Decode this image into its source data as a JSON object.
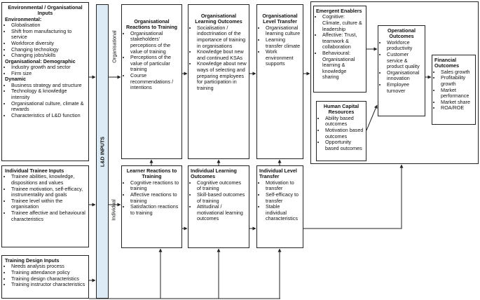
{
  "inputs": {
    "env": {
      "title": "Environmental / Organisational Inputs",
      "sections": [
        {
          "heading": "Environmental:",
          "items": [
            "Globalisation",
            "Shift from manufacturing to service",
            "Workforce diversity",
            "Changing technology",
            "Changing jobs/skills"
          ]
        },
        {
          "heading": "Organisational: Demographic",
          "items": [
            "Industry growth and sector",
            "Firm size"
          ]
        },
        {
          "heading": "Dynamic",
          "items": [
            "Business strategy and structure",
            "Technology & knowledge intensity",
            "Organisational culture, climate & rewards",
            "Characteristics of L&D function"
          ]
        }
      ]
    },
    "trainee": {
      "title": "Individual Trainee Inputs",
      "items": [
        "Trainee abilities, knowledge, dispositions and values",
        "Trainee motivation, self-efficacy, instrumentality and goals",
        "Trainee level within the organisation",
        "Trainee affective and behavioural characteristics"
      ]
    },
    "design": {
      "title": "Training Design Inputs",
      "items": [
        "Needs analysis process",
        "Training attendance policy",
        "Training design characteristics",
        "Training instructor characteristics"
      ]
    }
  },
  "ld_bar": {
    "label": "L&D INPUTS",
    "top_label": "Organisational",
    "bottom_label": "Individual"
  },
  "org_row": [
    {
      "title": "Organisational Reactions to Training",
      "items": [
        "Organisational stakeholders' perceptions of the value of training",
        "Perceptions of the value of particular training",
        "Course recommendations / intentions"
      ]
    },
    {
      "title": "Organisational Learning Outcomes",
      "items": [
        "Socialisation / indoctrination of the importance of training in organisations",
        "Knowledge bout new and continued KSAs",
        "Knowledge about new ways of selecting and preparing employees for participation in training"
      ]
    },
    {
      "title": "Organisational Level Transfer",
      "items": [
        "Organisational learning culture",
        "Learning transfer climate",
        "Work environment supports"
      ]
    }
  ],
  "ind_row": [
    {
      "title": "Learner Reactions to Training",
      "items": [
        "Cognitive reactions to training",
        "Affective reactions to training",
        "Satisfaction reactions to training"
      ]
    },
    {
      "title": "Individual Learning Outcomes",
      "items": [
        "Cognitive outcomes of training",
        "Skill-based outcomes of training",
        "Attitudinal / motivational learning outcomes"
      ]
    },
    {
      "title": "Individual Level Transfer",
      "items": [
        "Motivation to transfer",
        "Self-efficacy to transfer",
        "Stable individual characteristics"
      ]
    }
  ],
  "emergent": {
    "title": "Emergent Enablers",
    "items": [
      "Cognitive: Climate, culture & leadership",
      "Affective: Trust, teamwork & collaboration",
      "Behavioural: Organisational learning & knowledge sharing"
    ]
  },
  "human_capital": {
    "title": "Human Capital Resources",
    "items": [
      "Ability based outcomes",
      "Motivation based outcomes",
      "Opportunity based outcomes"
    ]
  },
  "operational": {
    "title": "Operational Outcomes",
    "items": [
      "Workforce productivity",
      "Customer service & product quality",
      "Organisational innovation",
      "Employee turnover"
    ]
  },
  "financial": {
    "title": "Financial Outcomes",
    "items": [
      "Sales growth",
      "Profitability growth",
      "Market performance",
      "Market share",
      "ROA/ROE"
    ]
  }
}
